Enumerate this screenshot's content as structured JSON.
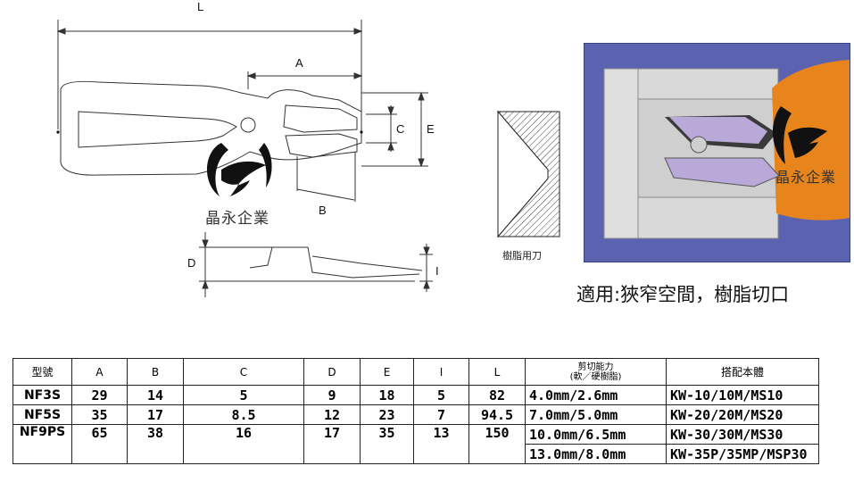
{
  "drawing": {
    "dim_L": "L",
    "dim_A": "A",
    "dim_B": "B",
    "dim_C": "C",
    "dim_D": "D",
    "dim_E": "E",
    "dim_I": "I"
  },
  "watermark": {
    "text": "晶永企業"
  },
  "blade_caption": "樹脂用刀",
  "render_caption": "適用:狹窄空間，樹脂切口",
  "table": {
    "headers": [
      "型號",
      "A",
      "B",
      "C",
      "D",
      "E",
      "I",
      "L",
      "剪切能力",
      "搭配本體"
    ],
    "cut_subheader": "(軟／硬樹脂)",
    "rows": [
      {
        "model": "NF3S",
        "A": "29",
        "B": "14",
        "C": "5",
        "D": "9",
        "E": "18",
        "I": "5",
        "L": "82",
        "capacity": "4.0mm/2.6mm",
        "body": "KW-10/10M/MS10"
      },
      {
        "model": "NF5S",
        "A": "35",
        "B": "17",
        "C": "8.5",
        "D": "12",
        "E": "23",
        "I": "7",
        "L": "94.5",
        "capacity": "7.0mm/5.0mm",
        "body": "KW-20/20M/MS20"
      },
      {
        "model": "NF9PS",
        "A": "65",
        "B": "38",
        "C": "16",
        "D": "17",
        "E": "35",
        "I": "13",
        "L": "150",
        "capacity": "10.0mm/6.5mm",
        "body": "KW-30/30M/MS30"
      }
    ],
    "extra_row": {
      "capacity": "13.0mm/8.0mm",
      "body": "KW-35P/35MP/MSP30"
    }
  },
  "colors": {
    "render_bg": "#5b63b0",
    "render_frame": "#d8d8d8",
    "accent_orange": "#e8841c"
  }
}
